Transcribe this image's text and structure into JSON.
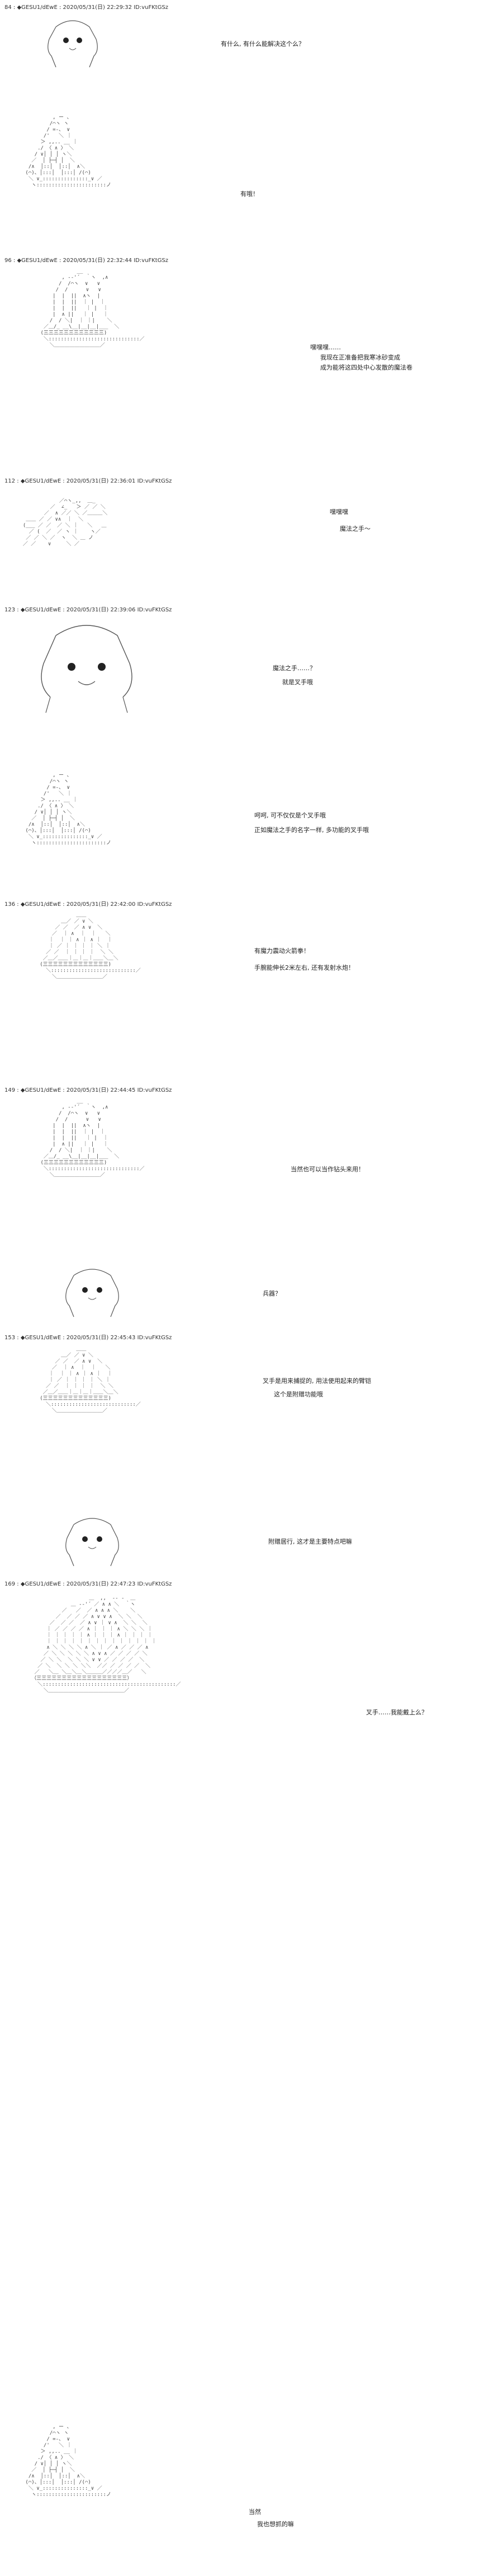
{
  "posts": [
    {
      "header": "84 : ◆GESU1/dEwE : 2020/05/31(日) 22:29:32 ID:vuFKtGSz",
      "lines": [
        "有什么, 有什么能解决这个么？",
        "有哦！"
      ]
    },
    {
      "header": "96 : ◆GESU1/dEwE : 2020/05/31(日) 22:32:44 ID:vuFKtGSz",
      "lines": [
        "嘿嘿嘿……",
        "我现在正准备把我寒冰砂变成",
        "成为能将这四处中心发散的魔法卷"
      ]
    },
    {
      "header": "112 : ◆GESU1/dEwE : 2020/05/31(日) 22:36:01 ID:vuFKtGSz",
      "lines": [
        "嘿嘿嘿",
        "魔法之手〜"
      ]
    },
    {
      "header": "123 : ◆GESU1/dEwE : 2020/05/31(日) 22:39:06 ID:vuFKtGSz",
      "lines": [
        "魔法之手……？",
        "就是叉手哦",
        "呵呵, 可不仅仅是个叉手哦",
        "正如魔法之手的名字一样, 多功能的叉手哦"
      ]
    },
    {
      "header": "136 : ◆GESU1/dEwE : 2020/05/31(日) 22:42:00 ID:vuFKtGSz",
      "lines": [
        "有魔力震动火箭拳！",
        "手腕能伸长2米左右, 还有发射水炮！"
      ]
    },
    {
      "header": "149 : ◆GESU1/dEwE : 2020/05/31(日) 22:44:45 ID:vuFKtGSz",
      "lines": [
        "当然也可以当作钻头来用！",
        "兵器？"
      ]
    },
    {
      "header": "153 : ◆GESU1/dEwE : 2020/05/31(日) 22:45:43 ID:vuFKtGSz",
      "lines": [
        "叉手是用来捕捉的, 用法使用起来的臂铠",
        "这个是附赠功能哦",
        "附赠居行, 这才是主要特点吧嘛"
      ]
    },
    {
      "header": "169 : ◆GESU1/dEwE : 2020/05/31(日) 22:47:23 ID:vuFKtGSz",
      "lines": [
        "叉手……我能戴上么？",
        "当然",
        "我也想抓的嘛"
      ]
    }
  ]
}
